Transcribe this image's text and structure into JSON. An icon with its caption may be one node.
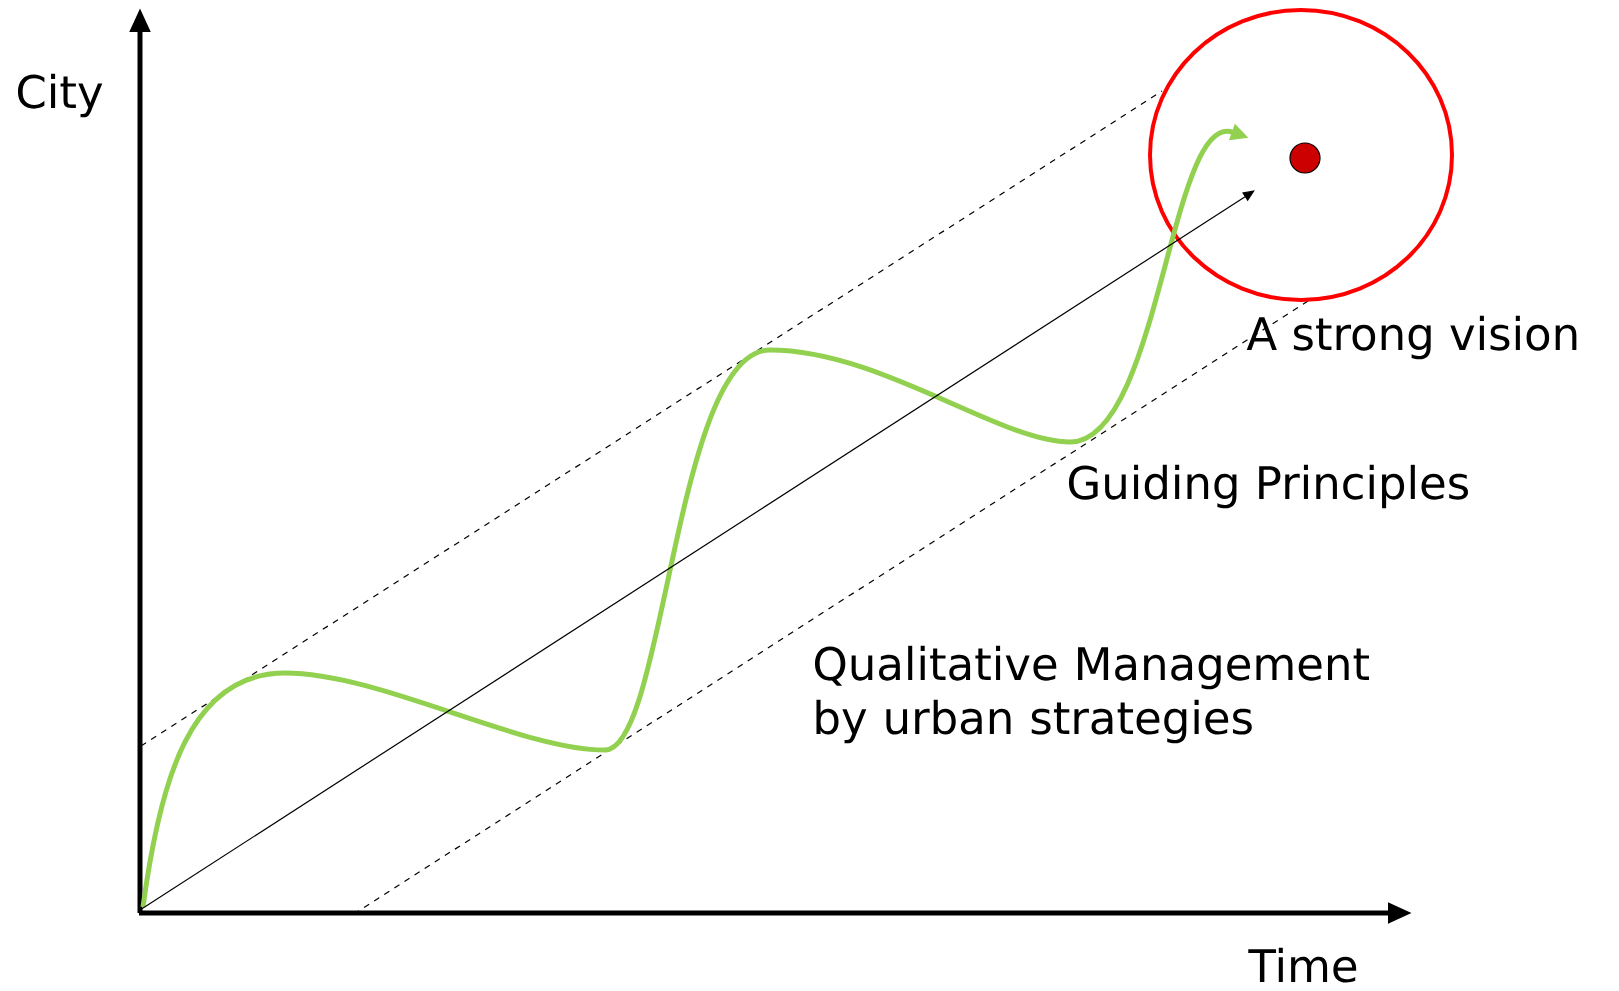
{
  "diagram": {
    "nodes": [
      {
        "text": [],
        "shape": "circle"
      },
      {
        "text": [],
        "shape": "circle",
        "in": 0
      }
    ],
    "edges": [
      {
        "from": null,
        "to": 1,
        "arrow": "to",
        "style": "thick",
        "color": "#92d050"
      },
      {
        "from": null,
        "to": 1,
        "arrow": "to",
        "color": "#000000"
      }
    ],
    "labels": [
      "City",
      "A strong vision",
      "Guiding Principles",
      "Qualitative Management by urban strategies",
      "Time"
    ]
  }
}
